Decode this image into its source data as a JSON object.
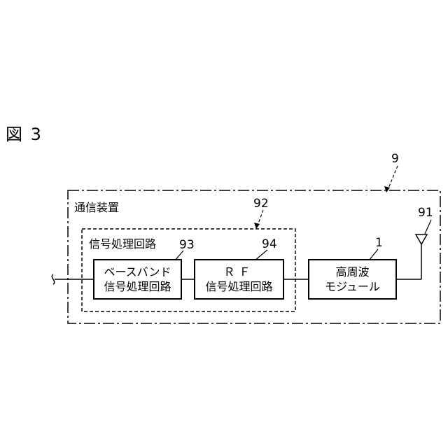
{
  "figure": {
    "title": "図 3"
  },
  "outer": {
    "label": "通信装置",
    "ref": "9"
  },
  "inner": {
    "label": "信号処理回路",
    "ref": "92"
  },
  "blocks": {
    "baseband": {
      "line1": "ベースバンド",
      "line2": "信号処理回路",
      "ref": "93"
    },
    "rf": {
      "line1": "ＲＦ",
      "line2": "信号処理回路",
      "ref": "94"
    },
    "hf": {
      "line1": "高周波",
      "line2": "モジュール",
      "ref": "1"
    }
  },
  "antenna": {
    "ref": "91"
  }
}
